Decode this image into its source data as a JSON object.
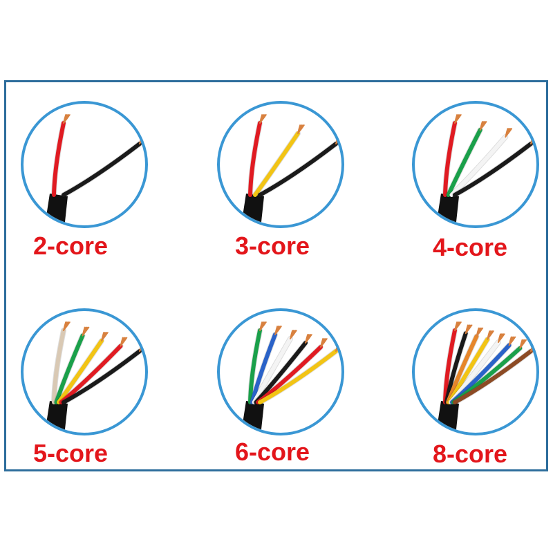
{
  "items": [
    {
      "label": "2-core",
      "wires": [
        "#e01b22",
        "#1a1a1a"
      ]
    },
    {
      "label": "3-core",
      "wires": [
        "#e01b22",
        "#f2c414",
        "#1a1a1a"
      ]
    },
    {
      "label": "4-core",
      "wires": [
        "#e01b22",
        "#1aa04a",
        "#f4f4f4",
        "#1a1a1a"
      ]
    },
    {
      "label": "5-core",
      "wires": [
        "#d9c9b4",
        "#1aa04a",
        "#f2c414",
        "#e01b22",
        "#1a1a1a"
      ]
    },
    {
      "label": "6-core",
      "wires": [
        "#1aa04a",
        "#2a62c8",
        "#f4f4f4",
        "#1a1a1a",
        "#e01b22",
        "#f2c414"
      ]
    },
    {
      "label": "8-core",
      "wires": [
        "#e01b22",
        "#1a1a1a",
        "#e6862a",
        "#f2c414",
        "#f4f4f4",
        "#2a62c8",
        "#1aa04a",
        "#8c4a24"
      ]
    }
  ],
  "colors": {
    "frame": "#2d6d9c",
    "circle": "#3a97d4",
    "label": "#e3161b",
    "copper": "#d8813f",
    "jacket": "#111111"
  }
}
